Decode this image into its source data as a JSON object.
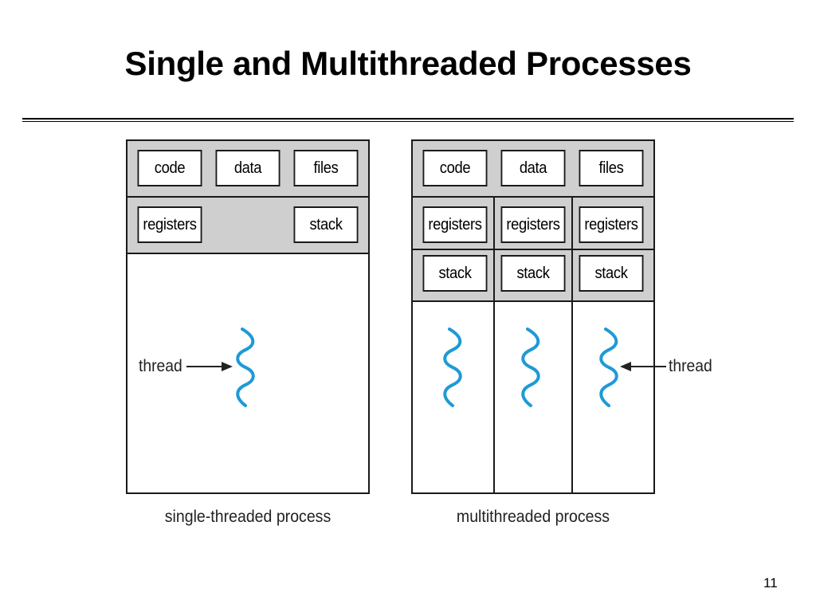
{
  "slide": {
    "title": "Single and Multithreaded Processes",
    "page_number": "11"
  },
  "single": {
    "code": "code",
    "data": "data",
    "files": "files",
    "registers": "registers",
    "stack": "stack",
    "thread_label": "thread",
    "caption": "single-threaded process"
  },
  "multi": {
    "code": "code",
    "data": "data",
    "files": "files",
    "registers": [
      "registers",
      "registers",
      "registers"
    ],
    "stacks": [
      "stack",
      "stack",
      "stack"
    ],
    "thread_label": "thread",
    "caption": "multithreaded process"
  },
  "colors": {
    "thread": "#1e9ad6",
    "band": "#cfcfcf",
    "border": "#1a1a1a"
  }
}
